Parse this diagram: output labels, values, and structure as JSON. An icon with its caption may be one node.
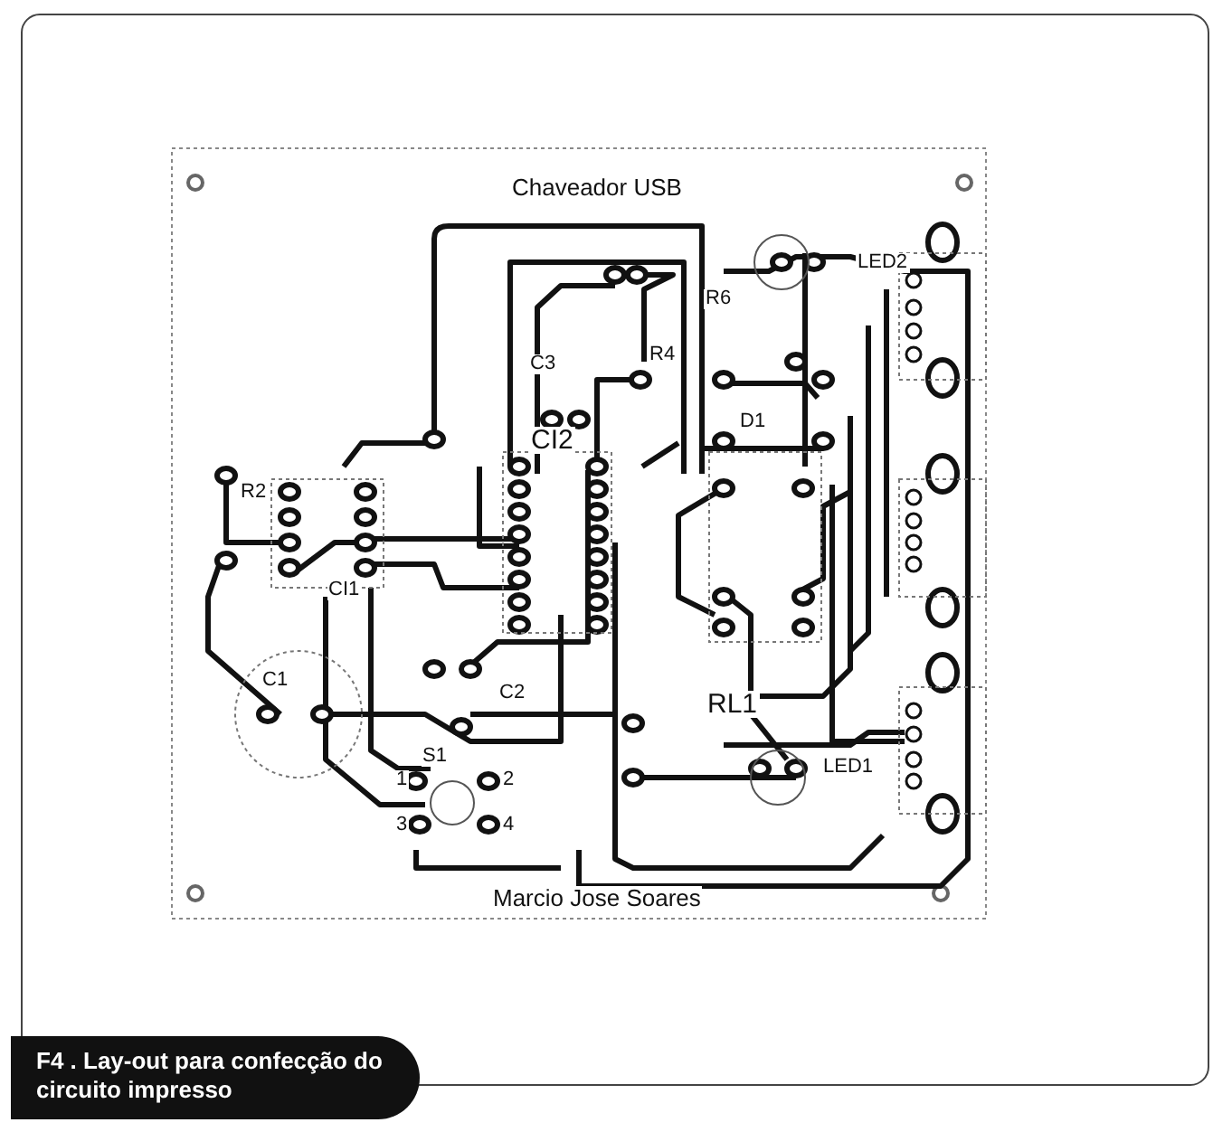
{
  "diagram": {
    "caption": "F4 . Lay-out para confecção do circuito impresso",
    "labels": [
      "Chaveador USB",
      "LED2",
      "R6",
      "R4",
      "C3",
      "CI2",
      "D1",
      "R2",
      "CI1",
      "C1",
      "C2",
      "S1",
      "1",
      "2",
      "3",
      "4",
      "RL1",
      "LED1",
      "Marcio Jose Soares"
    ]
  }
}
